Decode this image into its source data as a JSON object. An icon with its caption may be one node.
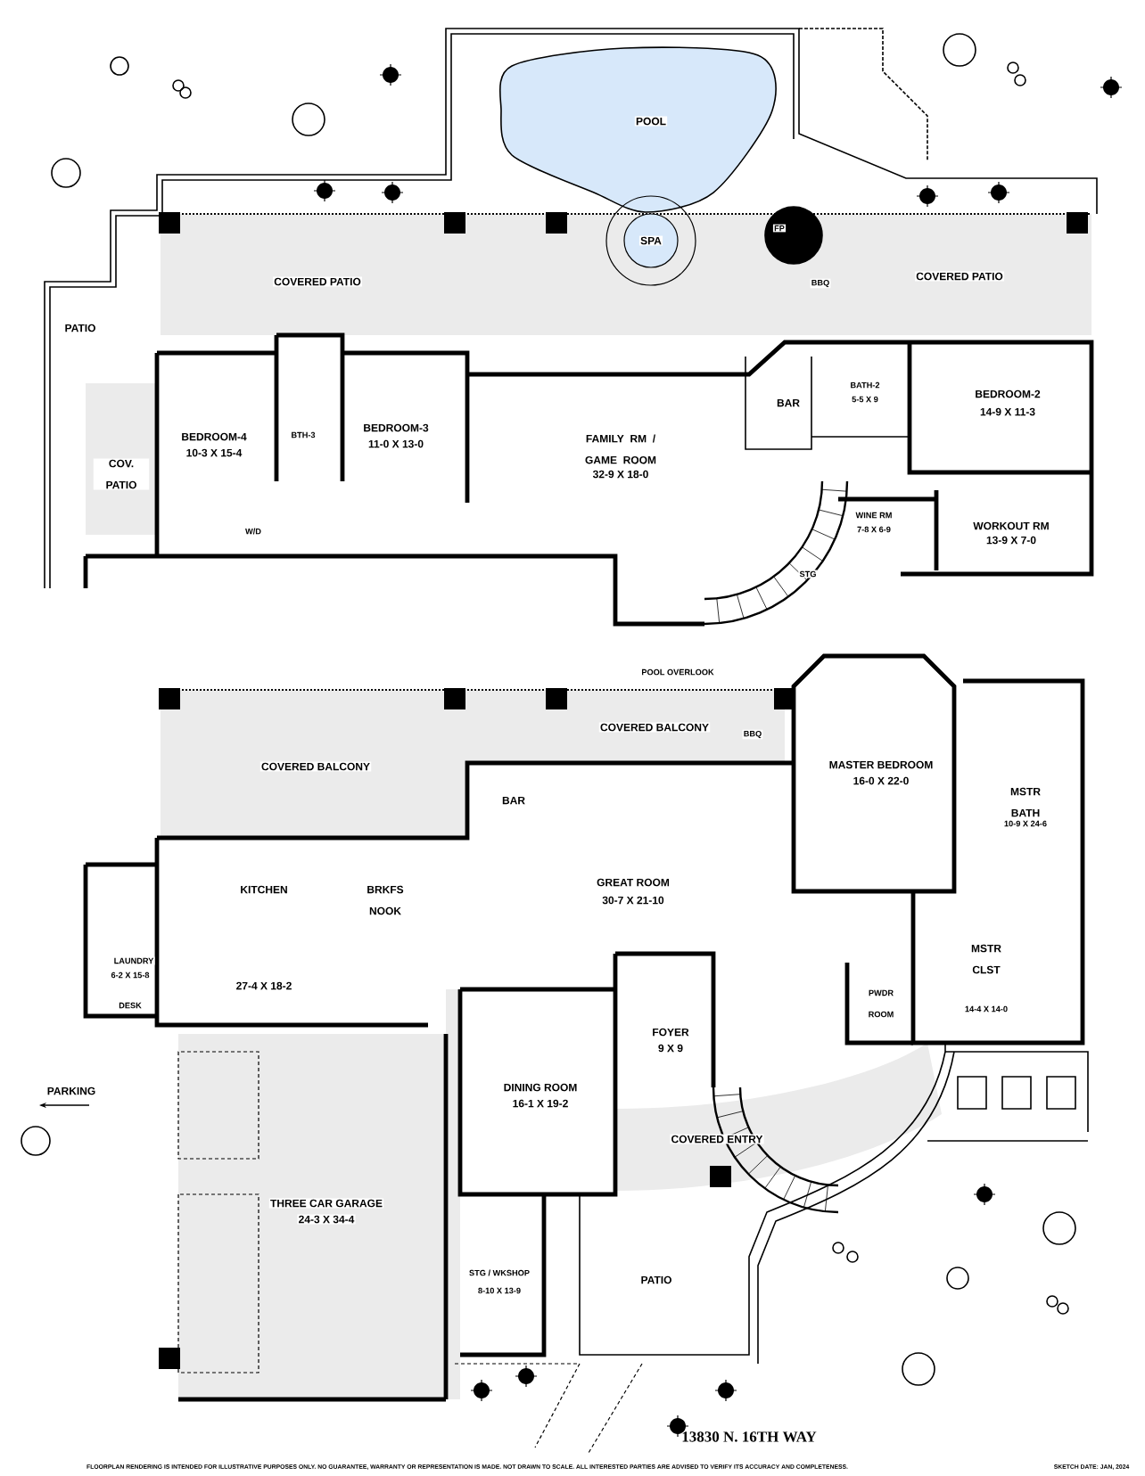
{
  "diagram": {
    "labels": [
      "POOL",
      "SPA",
      "FP",
      "COVERED PATIO",
      "BBQ",
      "COVERED PATIO",
      "PATIO",
      "BEDROOM-4",
      "10-3 X 15-4",
      "BTH-3",
      "BEDROOM-3",
      "11-0 X 13-0",
      "FAMILY RM / GAME ROOM",
      "32-9 X 18-0",
      "BAR",
      "BATH-2",
      "5-5 X 9",
      "BEDROOM-2",
      "14-9 X 11-3",
      "COV. PATIO",
      "W/D",
      "WINE RM",
      "7-8 X 6-9",
      "WORKOUT RM",
      "13-9 X 7-0",
      "STG",
      "POOL OVERLOOK",
      "COVERED BALCONY",
      "BBQ",
      "COVERED BALCONY",
      "MASTER BEDROOM",
      "16-0 X 22-0",
      "BAR",
      "MSTR BATH",
      "10-9 X 24-6",
      "KITCHEN",
      "BRKFS NOOK",
      "GREAT ROOM",
      "30-7 X 21-10",
      "MSTR CLST",
      "14-4 X 14-0",
      "LAUNDRY",
      "6-2 X 15-8",
      "27-4 X 18-2",
      "DESK",
      "PWDR ROOM",
      "PARKING",
      "FOYER",
      "9 X 9",
      "DINING ROOM",
      "16-1 X 19-2",
      "COVERED ENTRY",
      "THREE CAR GARAGE",
      "24-3 X 34-4",
      "STG / WKSHOP",
      "8-10 X 13-9",
      "PATIO",
      "13830 N. 16TH WAY",
      "FLOORPLAN RENDERING IS INTENDED FOR ILLUSTRATIVE PURPOSES ONLY. NO GUARANTEE, WARRANTY OR REPRESENTATION IS MADE. NOT DRAWN TO SCALE. ALL INTERESTED PARTIES ARE ADVISED TO VERIFY ITS ACCURACY AND COMPLETENESS.",
      "SKETCH DATE: JAN, 2024"
    ]
  }
}
